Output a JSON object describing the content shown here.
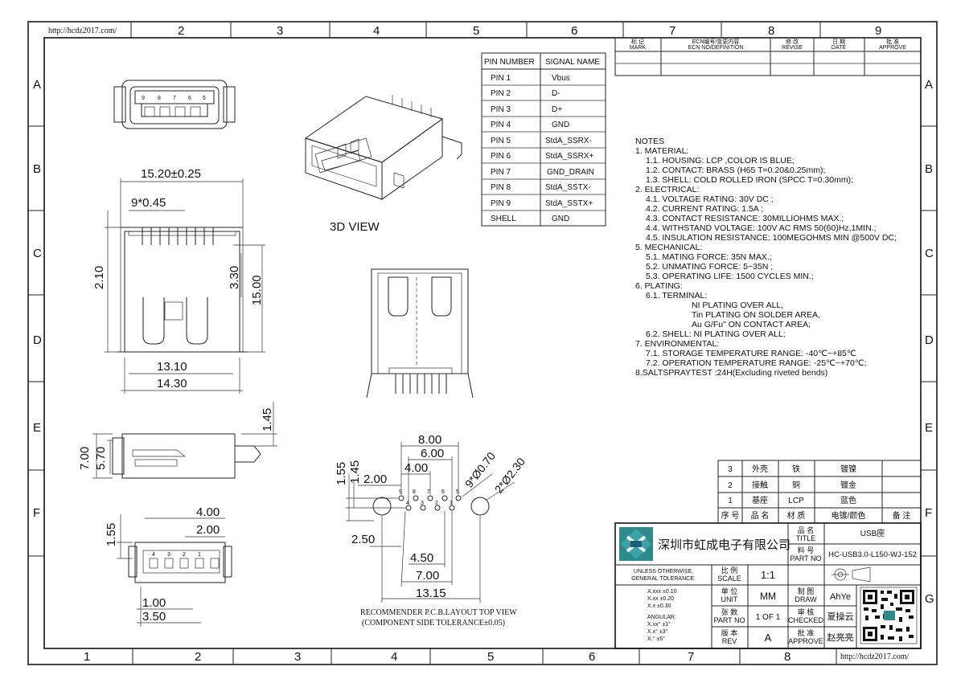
{
  "url_text": "http://hcdz2017.com/",
  "grid_numbers_top": [
    "2",
    "3",
    "4",
    "5",
    "6",
    "7",
    "8",
    "9"
  ],
  "grid_numbers_bottom": [
    "1",
    "2",
    "3",
    "4",
    "5",
    "6",
    "7",
    "8"
  ],
  "grid_letters": [
    "A",
    "B",
    "C",
    "D",
    "E",
    "F",
    "G"
  ],
  "revision_header": {
    "mark_cn": "标 记",
    "mark_en": "MARK",
    "ecn_cn": "ECN编号/变更内容",
    "ecn_en": "ECN NO/DEFINITION",
    "revise_cn": "修 改",
    "revise_en": "REVISE",
    "date_cn": "日 期",
    "date_en": "DATE",
    "approve_cn": "批 准",
    "approve_en": "APPROVE"
  },
  "pin_table": {
    "header": [
      "PIN NUMBER",
      "SIGNAL NAME"
    ],
    "rows": [
      [
        "PIN 1",
        "Vbus"
      ],
      [
        "PIN 2",
        "D-"
      ],
      [
        "PIN 3",
        "D+"
      ],
      [
        "PIN 4",
        "GND"
      ],
      [
        "PIN 5",
        "StdA_SSRX-"
      ],
      [
        "PIN 6",
        "StdA_SSRX+"
      ],
      [
        "PIN 7",
        "GND_DRAIN"
      ],
      [
        "PIN 8",
        "StdA_SSTX-"
      ],
      [
        "PIN 9",
        "StdA_SSTX+"
      ],
      [
        "SHELL",
        "GND"
      ]
    ]
  },
  "view_label_3d": "3D VIEW",
  "notes": [
    "NOTES",
    "1. MATERIAL:",
    "   1.1. HOUSING: LCP ,COLOR IS BLUE;",
    "   1.2. CONTACT: BRASS (H65 T=0.20&0.25mm);",
    "   1.3. SHELL: COLD ROLLED IRON (SPCC T=0.30mm);",
    "2. ELECTRICAL:",
    "   4.1. VOLTAGE RATING: 30V DC ;",
    "   4.2. CURRENT RATING: 1.5A ;",
    "   4.3. CONTACT RESISTANCE: 30MILLIOHMS MAX.;",
    "   4.4. WITHSTAND VOLTAGE: 100V AC RMS 50(60)Hz,1MIN.;",
    "   4.5. INSULATION RESISTANCE: 100MEGOHMS MIN @500V DC;",
    "5. MECHANICAL:",
    "   5.1. MATING FORCE: 35N MAX.;",
    "   5.2. UNMATING FORCE: 5~35N ;",
    "   5.3. OPERATING LIFE: 1500 CYCLES MIN.;",
    "6. PLATING:",
    "   6.1. TERMINAL:",
    "              NI PLATING OVER ALL,",
    "              Tin PLATING ON SOLDER AREA,",
    "              Au G/Fu\" ON CONTACT AREA;",
    "   6.2. SHELL: NI PLATING OVER ALL;",
    "7. ENVIRONMENTAL:",
    "   7.1. STORAGE TEMPERATURE RANGE: -40℃~+85℃",
    "   7.2. OPERATION TEMPERATURE RANGE: -25℃~+70℃;",
    "8.SALTSPRAYTEST :24H(Excluding riveted bends)"
  ],
  "dimensions": {
    "front_width": "15.20±0.25",
    "pin_count_pitch": "9*0.45",
    "side_2_10": "2.10",
    "side_3_30": "3.30",
    "height_15_00": "15.00",
    "base_13_10": "13.10",
    "base_14_30": "14.30",
    "side_1_45": "1.45",
    "side_7_00": "7.00",
    "side_5_70": "5.70",
    "bot_4_00": "4.00",
    "bot_2_00": "2.00",
    "bot_1_55": "1.55",
    "bot_1_00": "1.00",
    "bot_3_50": "3.50",
    "pcb_8_00": "8.00",
    "pcb_6_00": "6.00",
    "pcb_4_00": "4.00",
    "pcb_2_00": "2.00",
    "pcb_1_55": "1.55",
    "pcb_1_45": "1.45",
    "pcb_9holes": "9*Ø0.70",
    "pcb_2holes": "2*Ø2.30",
    "pcb_2_50": "2.50",
    "pcb_4_50": "4.50",
    "pcb_7_00": "7.00",
    "pcb_13_15": "13.15",
    "pin_nums_top": [
      "9",
      "8",
      "7",
      "6",
      "5"
    ],
    "pin_nums_bottom": [
      "4",
      "3",
      "2",
      "1"
    ],
    "front_pin_nums": [
      "4",
      "3",
      "2",
      "1"
    ]
  },
  "pcb_caption_1": "RECOMMENDER P.C.B.LAYOUT TOP VIEW",
  "pcb_caption_2": "(COMPONENT SIDE TOLERANCE±0.05)",
  "bom": {
    "rows": [
      [
        "3",
        "外壳",
        "铁",
        "镀镍",
        ""
      ],
      [
        "2",
        "接触",
        "铜",
        "镀金",
        ""
      ],
      [
        "1",
        "基座",
        "LCP",
        "蓝色",
        ""
      ]
    ],
    "header": [
      "序 号",
      "品 名",
      "材 质",
      "电镀/颜色",
      "备 注"
    ]
  },
  "title_block": {
    "company": "深圳市虹成电子有限公司",
    "title_cn": "品 名",
    "title_en": "TITLE",
    "title_value": "USB座",
    "part_cn": "料 号",
    "part_en": "PART NO",
    "part_value": "HC-USB3.0-L150-WJ-152",
    "tol_header_1": "UNLESS OTHERWISE,",
    "tol_header_2": "GENERAL TOLERANCE:",
    "tol_lines": [
      "X.xxx  ±0.10",
      "X.xx   ±0.20",
      "X.x    ±0.30"
    ],
    "angular": "ANGULAR:",
    "ang_lines": [
      "X.xx°  ±1°",
      "X.x°   ±3°",
      "X.°    ±5°"
    ],
    "scale_cn": "比 例",
    "scale_en": "SCALE",
    "scale_value": "1:1",
    "unit_cn": "单 位",
    "unit_en": "UNIT",
    "unit_value": "MM",
    "sheet_cn": "张 数",
    "sheet_en": "PART NO",
    "sheet_value": "1 OF 1",
    "rev_cn": "版 本",
    "rev_en": "REV",
    "rev_value": "A",
    "draw_cn": "制 图",
    "draw_en": "DRAW",
    "draw_value": "AhYe",
    "check_cn": "审 核",
    "check_en": "CHECKED",
    "check_value": "夏操云",
    "approve_cn": "批 准",
    "approve_en": "APPROVE",
    "approve_value": "赵亮亮"
  }
}
